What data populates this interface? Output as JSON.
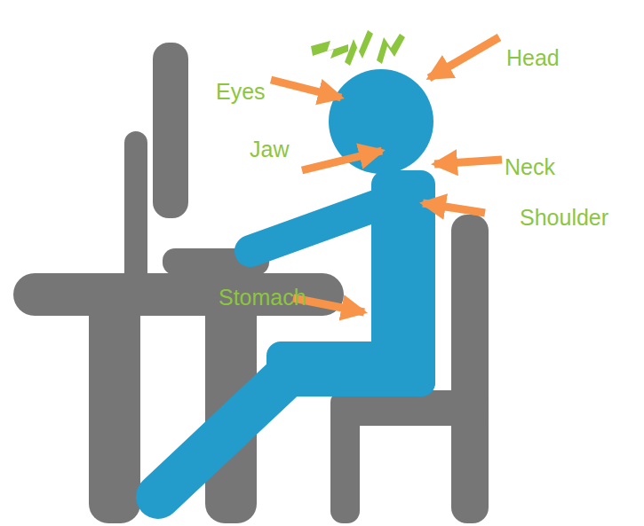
{
  "diagram": {
    "labels": [
      "Head",
      "Eyes",
      "Jaw",
      "Neck",
      "Shoulder",
      "Stomach"
    ]
  }
}
